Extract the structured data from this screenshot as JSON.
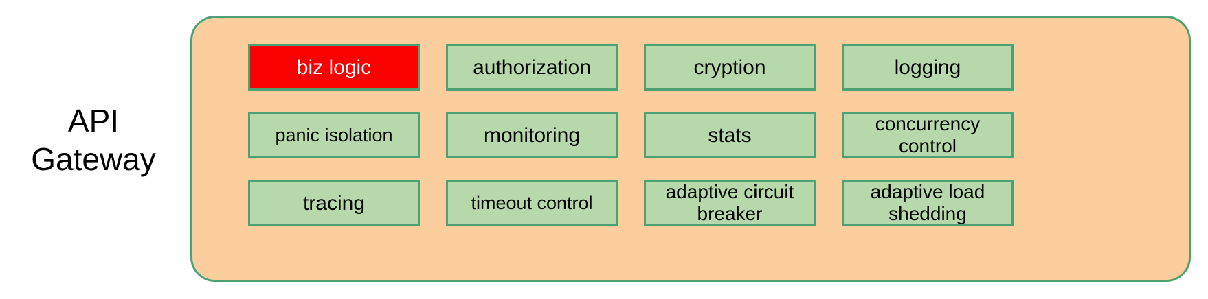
{
  "diagram": {
    "type": "block-diagram",
    "caption": "API\nGateway",
    "container": {
      "name": "api-gateway-container",
      "fill_color": "#fccd9d",
      "border_color": "#4da273"
    },
    "colors": {
      "container_fill": "#fccd9d",
      "container_border": "#4da273",
      "cell_fill": "#b6d8ab",
      "cell_border": "#4da273",
      "highlight_fill": "#fb0000",
      "highlight_text": "#ffffff",
      "text": "#000000",
      "background": "#ffffff"
    },
    "grid": {
      "columns": 4,
      "rows": 3
    },
    "cells": [
      {
        "label": "biz logic",
        "highlighted": true
      },
      {
        "label": "authorization",
        "highlighted": false
      },
      {
        "label": "cryption",
        "highlighted": false
      },
      {
        "label": "logging",
        "highlighted": false
      },
      {
        "label": "panic isolation",
        "highlighted": false
      },
      {
        "label": "monitoring",
        "highlighted": false
      },
      {
        "label": "stats",
        "highlighted": false
      },
      {
        "label": "concurrency\ncontrol",
        "highlighted": false
      },
      {
        "label": "tracing",
        "highlighted": false
      },
      {
        "label": "timeout control",
        "highlighted": false
      },
      {
        "label": "adaptive circuit\nbreaker",
        "highlighted": false
      },
      {
        "label": "adaptive load\nshedding",
        "highlighted": false
      }
    ]
  }
}
